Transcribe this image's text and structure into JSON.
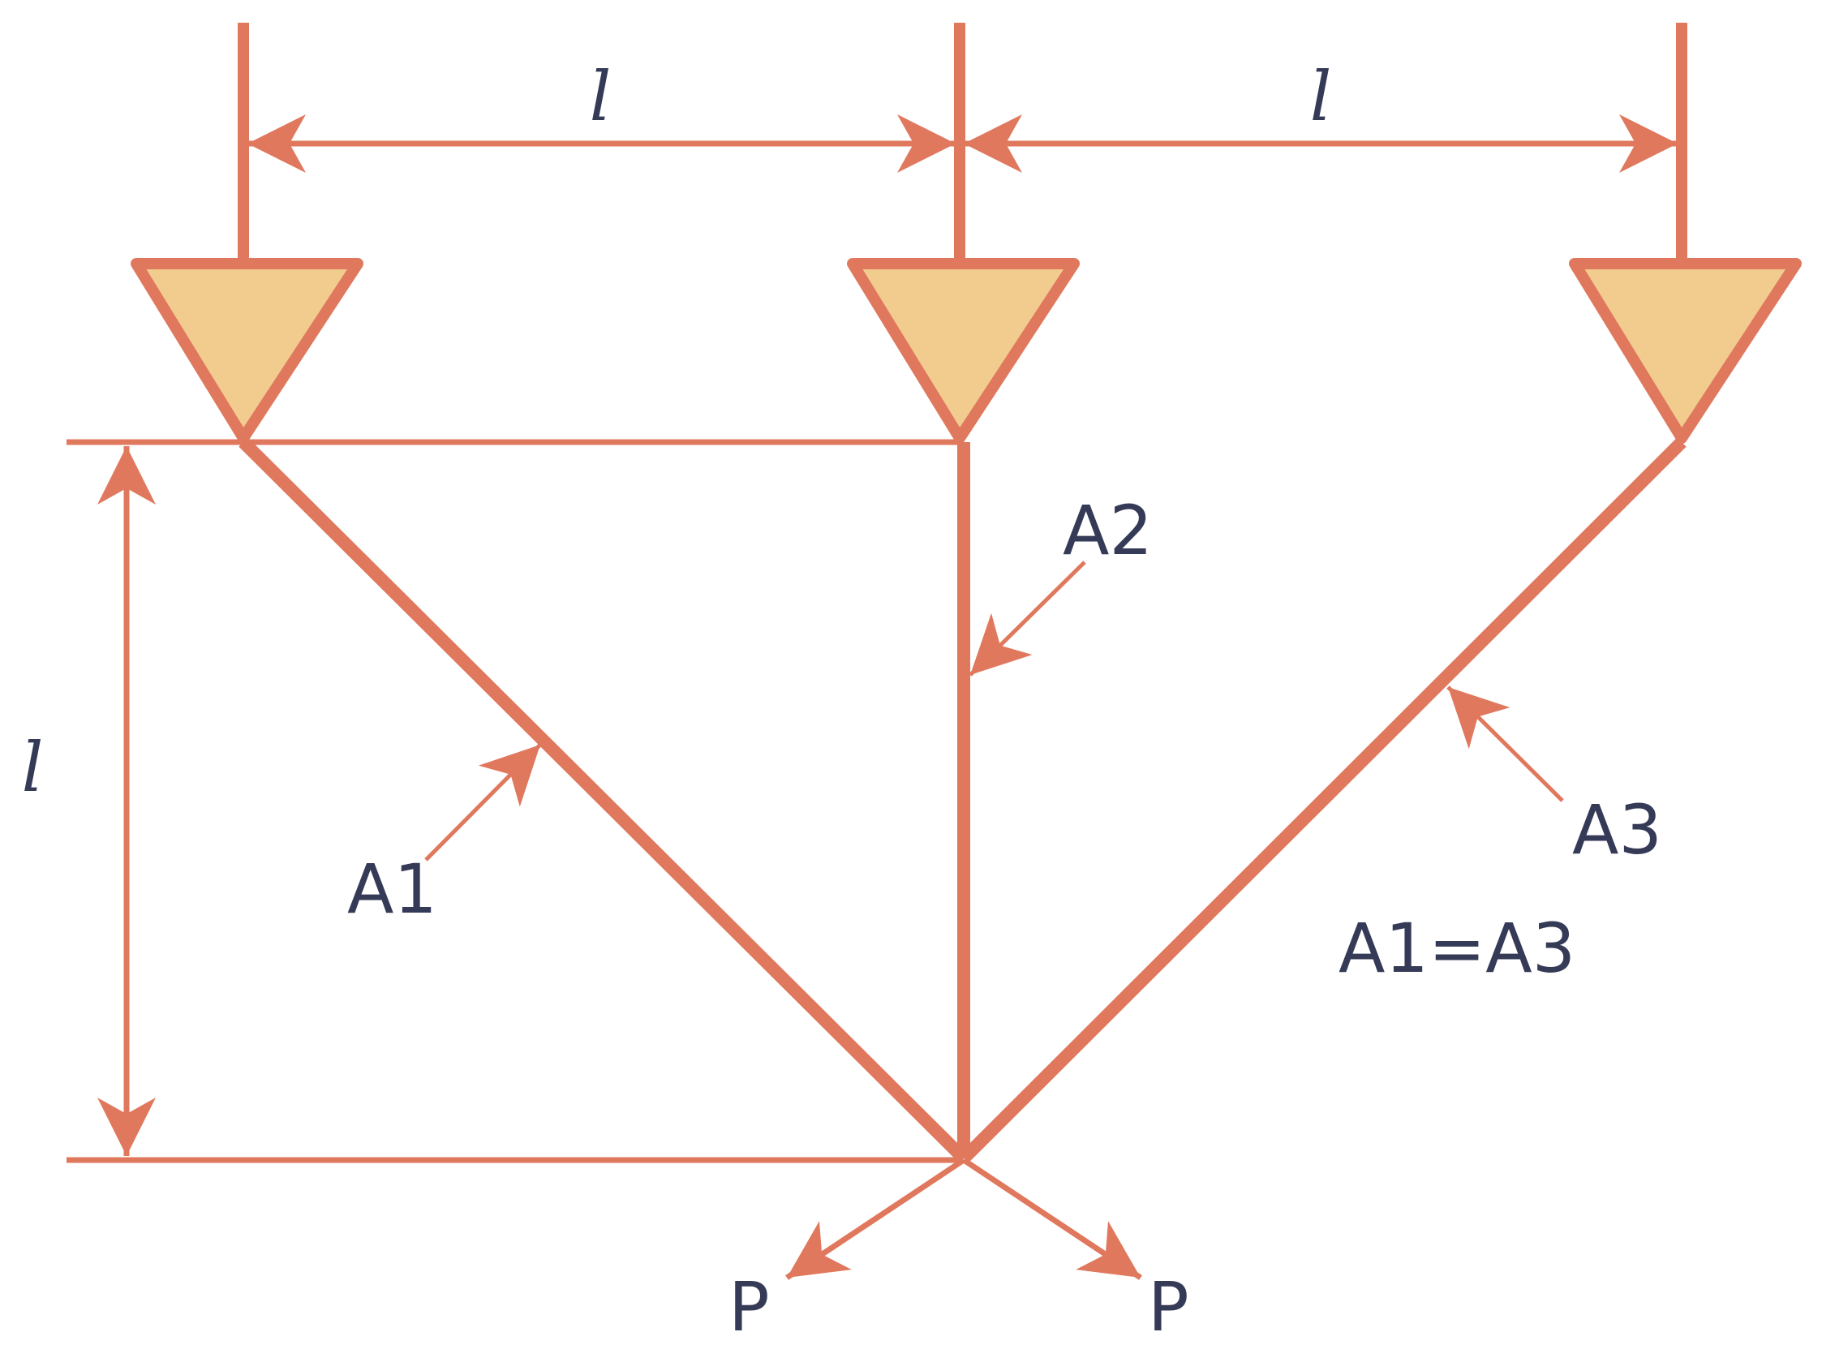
{
  "colors": {
    "member": "#e0785d",
    "support_fill": "#f2cb8f",
    "text": "#353a57"
  },
  "labels": {
    "dim_top_left": "l",
    "dim_top_right": "l",
    "dim_left": "l",
    "a1": "A1",
    "a2": "A2",
    "a3": "A3",
    "area_relation": "A1=A3",
    "load_left": "P",
    "load_right": "P"
  }
}
